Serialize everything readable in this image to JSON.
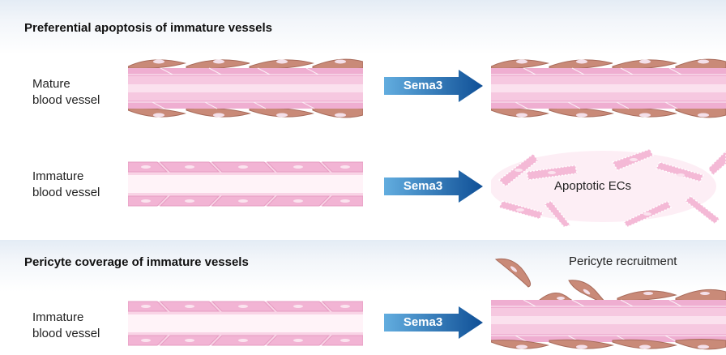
{
  "sections": [
    {
      "title": "Preferential apoptosis of immature vessels"
    },
    {
      "title": "Pericyte coverage of immature vessels"
    }
  ],
  "rows": [
    {
      "label_line1": "Mature",
      "label_line2": "blood vessel",
      "arrow_label": "Sema3",
      "before": "mature",
      "after": "mature"
    },
    {
      "label_line1": "Immature",
      "label_line2": "blood vessel",
      "arrow_label": "Sema3",
      "before": "immature",
      "after": "apoptotic",
      "result_label": "Apoptotic ECs"
    },
    {
      "label_line1": "Immature",
      "label_line2": "blood vessel",
      "arrow_label": "Sema3",
      "before": "immature",
      "after": "covered",
      "result_label": "Pericyte recruitment"
    }
  ],
  "colors": {
    "vessel_pink": "#f2b6d6",
    "vessel_dark": "#d98bb8",
    "pericyte": "#c98a78",
    "arrow_start": "#5aa6dc",
    "arrow_end": "#0f4f96"
  }
}
